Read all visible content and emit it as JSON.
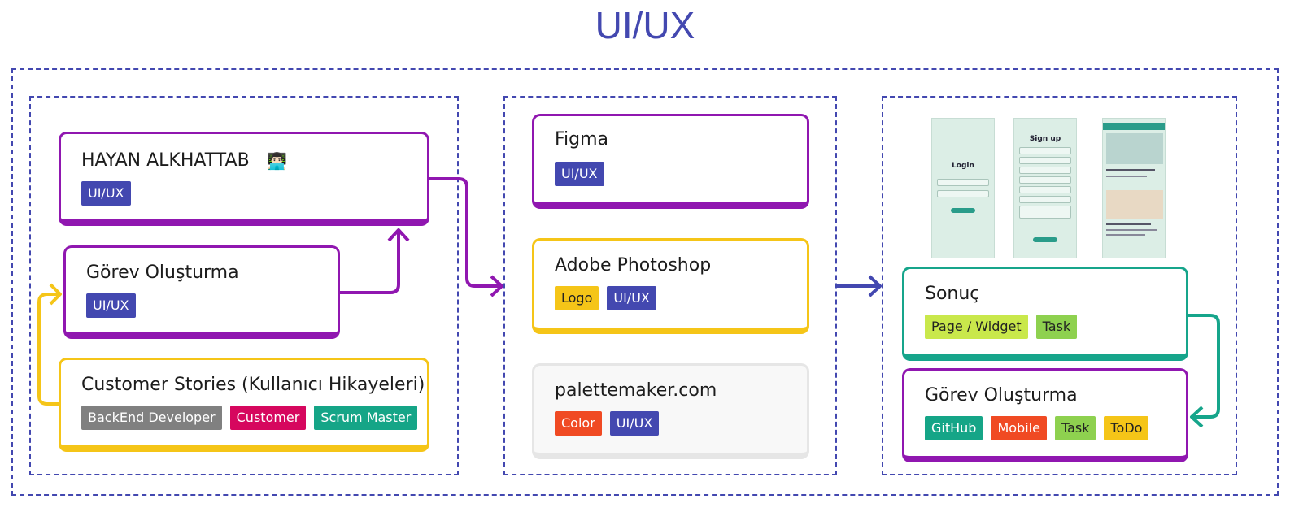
{
  "title": "UI/UX",
  "left": {
    "card1": {
      "title": "HAYAN ALKHATTAB",
      "emoji": "👨🏻‍💻",
      "tags": [
        "UI/UX"
      ]
    },
    "card2": {
      "title": "Görev Oluşturma",
      "tags": [
        "UI/UX"
      ]
    },
    "card3": {
      "title": "Customer Stories (Kullanıcı Hikayeleri)",
      "tags": [
        "BackEnd Developer",
        "Customer",
        "Scrum Master"
      ]
    }
  },
  "middle": {
    "card1": {
      "title": "Figma",
      "tags": [
        "UI/UX"
      ]
    },
    "card2": {
      "title": "Adobe Photoshop",
      "tags": [
        "Logo",
        "UI/UX"
      ]
    },
    "card3": {
      "title": "palettemaker.com",
      "tags": [
        "Color",
        "UI/UX"
      ]
    }
  },
  "right": {
    "screens": {
      "login_title": "Login",
      "signup_title": "Sign up"
    },
    "card1": {
      "title": "Sonuç",
      "tags": [
        "Page / Widget",
        "Task"
      ]
    },
    "card2": {
      "title": "Görev Oluşturma",
      "tags": [
        "GitHub",
        "Mobile",
        "Task",
        "ToDo"
      ]
    }
  },
  "colors": {
    "accent": "#4348b0",
    "purple": "#9017b0",
    "yellow": "#f5c518",
    "teal": "#16a58b",
    "tag_uiux": "#4348b0",
    "tag_grey": "#808080",
    "tag_customer": "#d6075e",
    "tag_teal": "#15a587",
    "tag_orange": "#f04a23",
    "tag_lime": "#c9e84b",
    "tag_green": "#8ed14f",
    "tag_yellow": "#f5c518"
  }
}
